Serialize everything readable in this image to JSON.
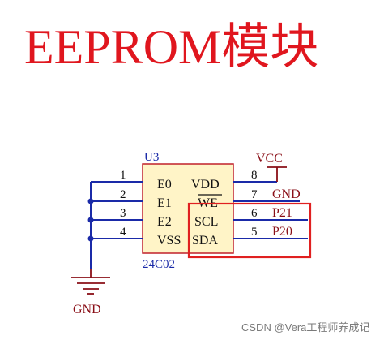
{
  "title": "EEPROM模块",
  "chip": {
    "ref": "U3",
    "part": "24C02",
    "pins_left": [
      {
        "num": "1",
        "name": "E0"
      },
      {
        "num": "2",
        "name": "E1"
      },
      {
        "num": "3",
        "name": "E2"
      },
      {
        "num": "4",
        "name": "VSS"
      }
    ],
    "pins_right": [
      {
        "num": "8",
        "name": "VDD"
      },
      {
        "num": "7",
        "name": "WE"
      },
      {
        "num": "6",
        "name": "SCL"
      },
      {
        "num": "5",
        "name": "SDA"
      }
    ]
  },
  "nets": {
    "vcc": "VCC",
    "gnd_right": "GND",
    "p21": "P21",
    "p20": "P20",
    "gnd_left": "GND"
  },
  "watermark": "CSDN @Vera工程师养成记",
  "colors": {
    "title": "#e0161e",
    "wire": "#1a2aa8",
    "label": "#8a0f17",
    "chip_fill": "#fff4c7",
    "chip_border": "#c0202a",
    "highlight": "#e02020",
    "dot": "#1a2aa8",
    "watermark": "#7a7a7a"
  }
}
